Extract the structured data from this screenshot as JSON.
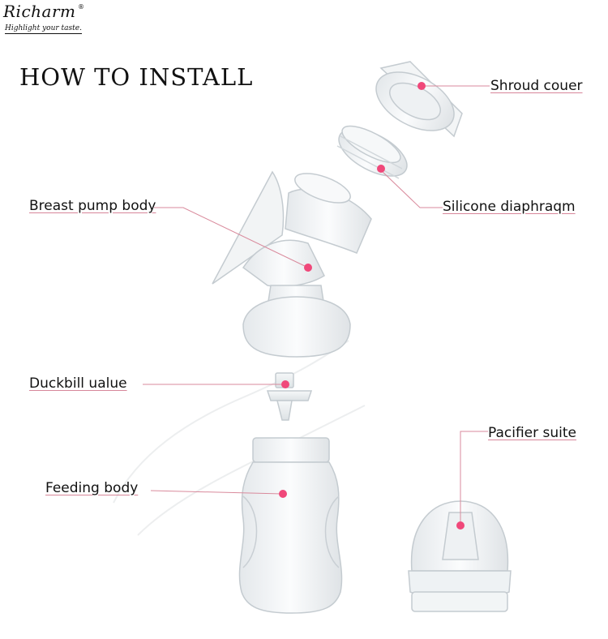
{
  "brand": {
    "name": "Richarm",
    "registered": "®",
    "tagline": "Highlight your taste."
  },
  "title": "HOW TO INSTALL",
  "parts": {
    "shroud_cover": "Shroud couer",
    "silicone_diaphragm": "Silicone diaphraqm",
    "breast_pump_body": "Breast pump body",
    "duckbill_valve": "Duckbill ualue",
    "feeding_body": "Feeding body",
    "pacifier_suite": "Pacifier suite"
  },
  "colors": {
    "leader_line": "#d98a9c",
    "marker": "#f0487a",
    "part_outline": "#c9cfd4"
  }
}
